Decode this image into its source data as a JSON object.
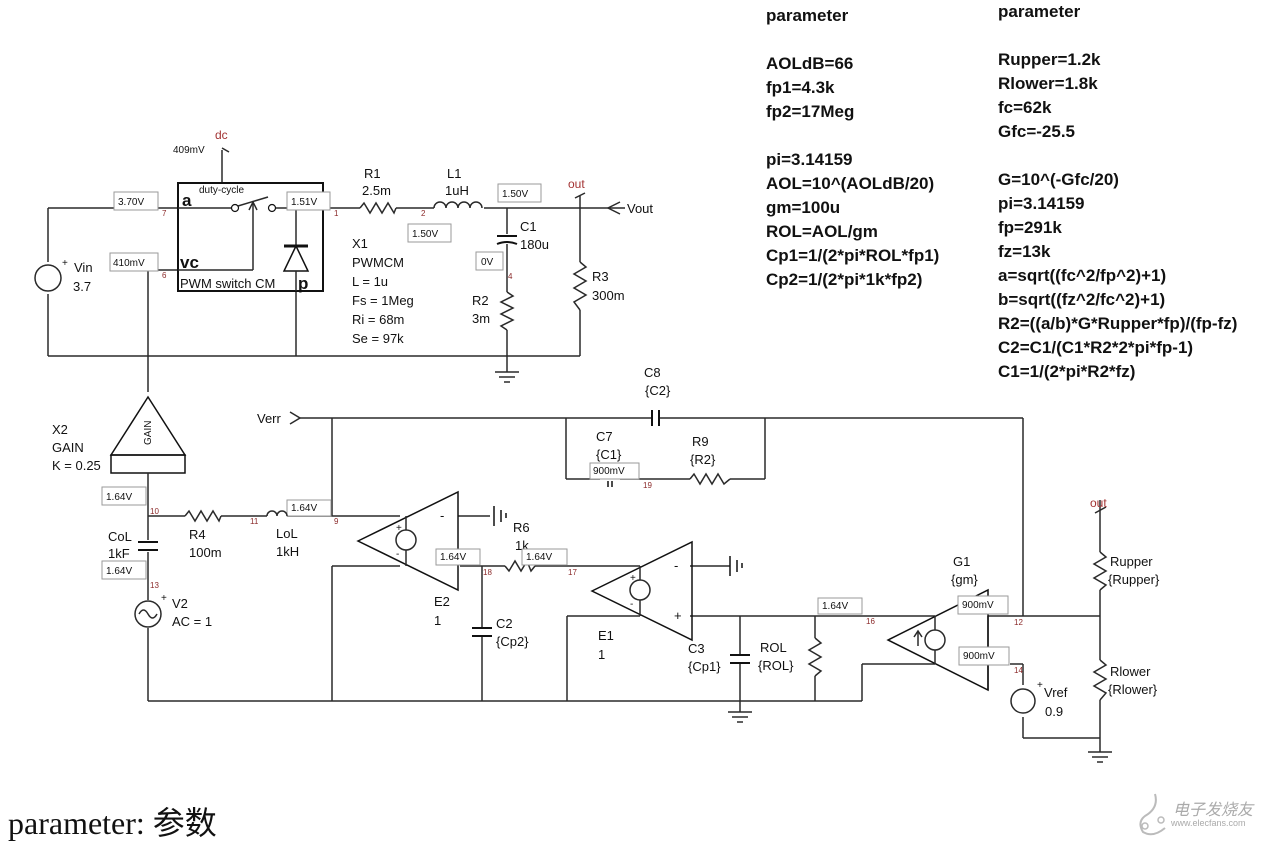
{
  "params_left": {
    "title": "parameter",
    "lines": [
      "AOLdB=66",
      "fp1=4.3k",
      "fp2=17Meg",
      "",
      "pi=3.14159",
      "AOL=10^(AOLdB/20)",
      "gm=100u",
      "ROL=AOL/gm",
      "Cp1=1/(2*pi*ROL*fp1)",
      "Cp2=1/(2*pi*1k*fp2)"
    ]
  },
  "params_right": {
    "title": "parameter",
    "lines": [
      "Rupper=1.2k",
      "Rlower=1.8k",
      "fc=62k",
      "Gfc=-25.5",
      "",
      "G=10^(-Gfc/20)",
      "pi=3.14159",
      "fp=291k",
      "fz=13k",
      "a=sqrt((fc^2/fp^2)+1)",
      "b=sqrt((fz^2/fc^2)+1)",
      "R2=((a/b)*G*Rupper*fp)/(fp-fz)",
      "C2=C1/(C1*R2*2*pi*fp-1)",
      "C1=1/(2*pi*R2*fz)"
    ]
  },
  "caption": "parameter: 参数",
  "watermark": {
    "cn": "电子发烧友",
    "url": "www.elecfans.com"
  },
  "power_stage": {
    "dc_label": "dc",
    "dc_voltage": "409mV",
    "pwm": {
      "pin_a": "a",
      "pin_vc": "vc",
      "pin_p": "p",
      "duty": "duty-cycle",
      "name": "PWM switch CM"
    },
    "x1": [
      "X1",
      "PWMCM",
      "L = 1u",
      "Fs = 1Meg",
      "Ri = 68m",
      "Se = 97k"
    ],
    "vin": {
      "name": "Vin",
      "value": "3.7",
      "plus": "+"
    },
    "r1": {
      "name": "R1",
      "value": "2.5m"
    },
    "l1": {
      "name": "L1",
      "value": "1uH"
    },
    "c1": {
      "name": "C1",
      "value": "180u"
    },
    "r2": {
      "name": "R2",
      "value": "3m"
    },
    "r3": {
      "name": "R3",
      "value": "300m"
    },
    "out_label": "out",
    "vout_label": "Vout",
    "probes": {
      "n7": "3.70V",
      "n6": "410mV",
      "n1": "1.51V",
      "n2": "1.50V",
      "nout": "1.50V",
      "n4": "0V"
    },
    "nodes": {
      "n7": "7",
      "n6": "6",
      "n1": "1",
      "n2": "2",
      "n4": "4"
    }
  },
  "loop": {
    "x2": [
      "X2",
      "GAIN",
      "K = 0.25"
    ],
    "gain_text": "GAIN",
    "verr": "Verr",
    "col": {
      "name": "CoL",
      "value": "1kF"
    },
    "r4": {
      "name": "R4",
      "value": "100m"
    },
    "lol": {
      "name": "LoL",
      "value": "1kH"
    },
    "v2": {
      "name": "V2",
      "value": "AC = 1",
      "plus": "+"
    },
    "probes": {
      "n10": "1.64V",
      "n13": "1.64V",
      "n9": "1.64V",
      "n18": "1.64V",
      "n17": "1.64V",
      "n16": "1.64V",
      "n19": "900mV",
      "n12": "900mV",
      "n14": "900mV"
    },
    "nodes": {
      "n10": "10",
      "n11": "11",
      "n9": "9",
      "n13": "13",
      "n18": "18",
      "n17": "17",
      "n16": "16",
      "n19": "19",
      "n12": "12",
      "n14": "14"
    }
  },
  "compensator": {
    "c8": {
      "name": "C8",
      "value": "{C2}"
    },
    "c7": {
      "name": "C7",
      "value": "{C1}"
    },
    "r9": {
      "name": "R9",
      "value": "{R2}"
    },
    "e2": {
      "name": "E2",
      "value": "1"
    },
    "e1": {
      "name": "E1",
      "value": "1"
    },
    "r6": {
      "name": "R6",
      "value": "1k"
    },
    "c2": {
      "name": "C2",
      "value": "{Cp2}"
    },
    "c3": {
      "name": "C3",
      "value": "{Cp1}"
    },
    "rol": {
      "name": "ROL",
      "value": "{ROL}"
    },
    "g1": {
      "name": "G1",
      "value": "{gm}"
    },
    "rupper": {
      "name": "Rupper",
      "value": "{Rupper}"
    },
    "rlower": {
      "name": "Rlower",
      "value": "{Rlower}"
    },
    "vref": {
      "name": "Vref",
      "value": "0.9",
      "plus": "+"
    },
    "out_label": "out",
    "plus": "+",
    "minus": "-"
  }
}
